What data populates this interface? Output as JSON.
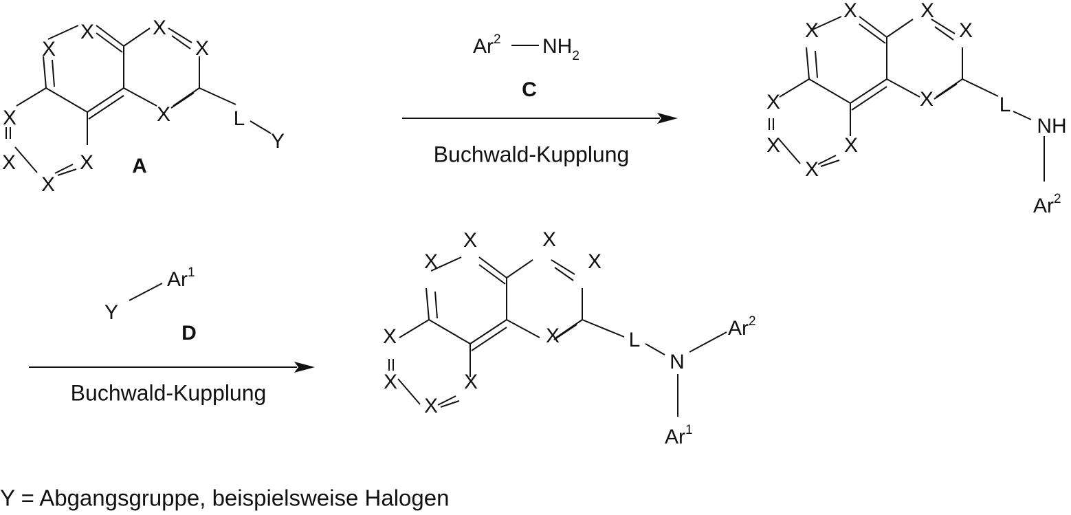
{
  "atoms": {
    "x": "X",
    "l": "L",
    "y": "Y",
    "nh": "NH",
    "n": "N",
    "ar": "Ar",
    "nh2": "NH",
    "sub2": "2",
    "sup1": "1",
    "sup2": "2"
  },
  "compounds": {
    "a_label": "A",
    "c_label": "C",
    "d_label": "D"
  },
  "reaction1": {
    "condition": "Buchwald-Kupplung"
  },
  "reaction2": {
    "condition": "Buchwald-Kupplung"
  },
  "footnote": "Y = Abgangsgruppe, beispielsweise Halogen",
  "colors": {
    "ink": "#111111",
    "background": "#ffffff"
  }
}
